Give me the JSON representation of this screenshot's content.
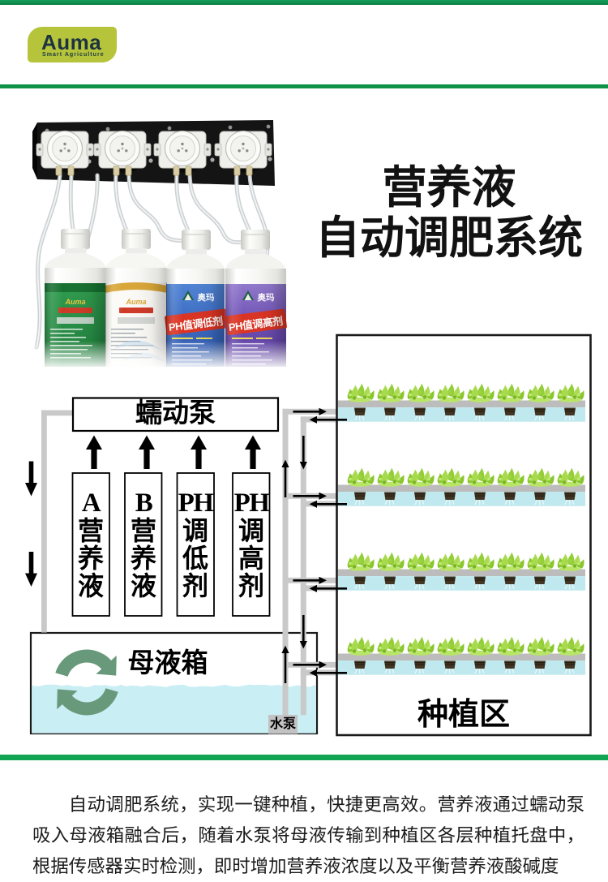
{
  "colors": {
    "accent_green": "#0f9148",
    "logo_green": "#b5c43b",
    "logo_text": "#1d3440",
    "pipe_gray": "#c9c9c9",
    "water_cyan": "#c9eef4",
    "recycle_green": "#68997b",
    "bottle_label_colors": [
      "#2c9247",
      "#f7f5ee",
      "#3c6cc0",
      "#6a4db0"
    ]
  },
  "header": {
    "logo_text": "Auma",
    "logo_tagline": "Smart Agriculture"
  },
  "hero": {
    "title_line1": "营养液",
    "title_line2": "自动调肥系统",
    "bottles": [
      {
        "brand": "Auma"
      },
      {
        "brand": "Auma"
      },
      {
        "brand": "奥玛",
        "name": "PH值调低剂"
      },
      {
        "brand": "奥玛",
        "name": "PH值调高剂"
      }
    ]
  },
  "diagram": {
    "pump_box_label": "蠕动泵",
    "inputs": [
      {
        "label": "A营养液",
        "chars": [
          "A",
          "营",
          "养",
          "液"
        ]
      },
      {
        "label": "B营养液",
        "chars": [
          "B",
          "营",
          "养",
          "液"
        ]
      },
      {
        "label": "PH调低剂",
        "chars": [
          "PH",
          "调",
          "低",
          "剂"
        ]
      },
      {
        "label": "PH调高剂",
        "chars": [
          "PH",
          "调",
          "高",
          "剂"
        ]
      }
    ],
    "tank_label": "母液箱",
    "water_pump_label": "水泵",
    "planting_zone_label": "种植区",
    "shelf_count": 4,
    "plants_per_shelf": 8
  },
  "footer": {
    "paragraph": "自动调肥系统，实现一键种植，快捷更高效。营养液通过蠕动泵吸入母液箱融合后，随着水泵将母液传输到种植区各层种植托盘中，根据传感器实时检测，即时增加营养液浓度以及平衡营养液酸碱度"
  }
}
